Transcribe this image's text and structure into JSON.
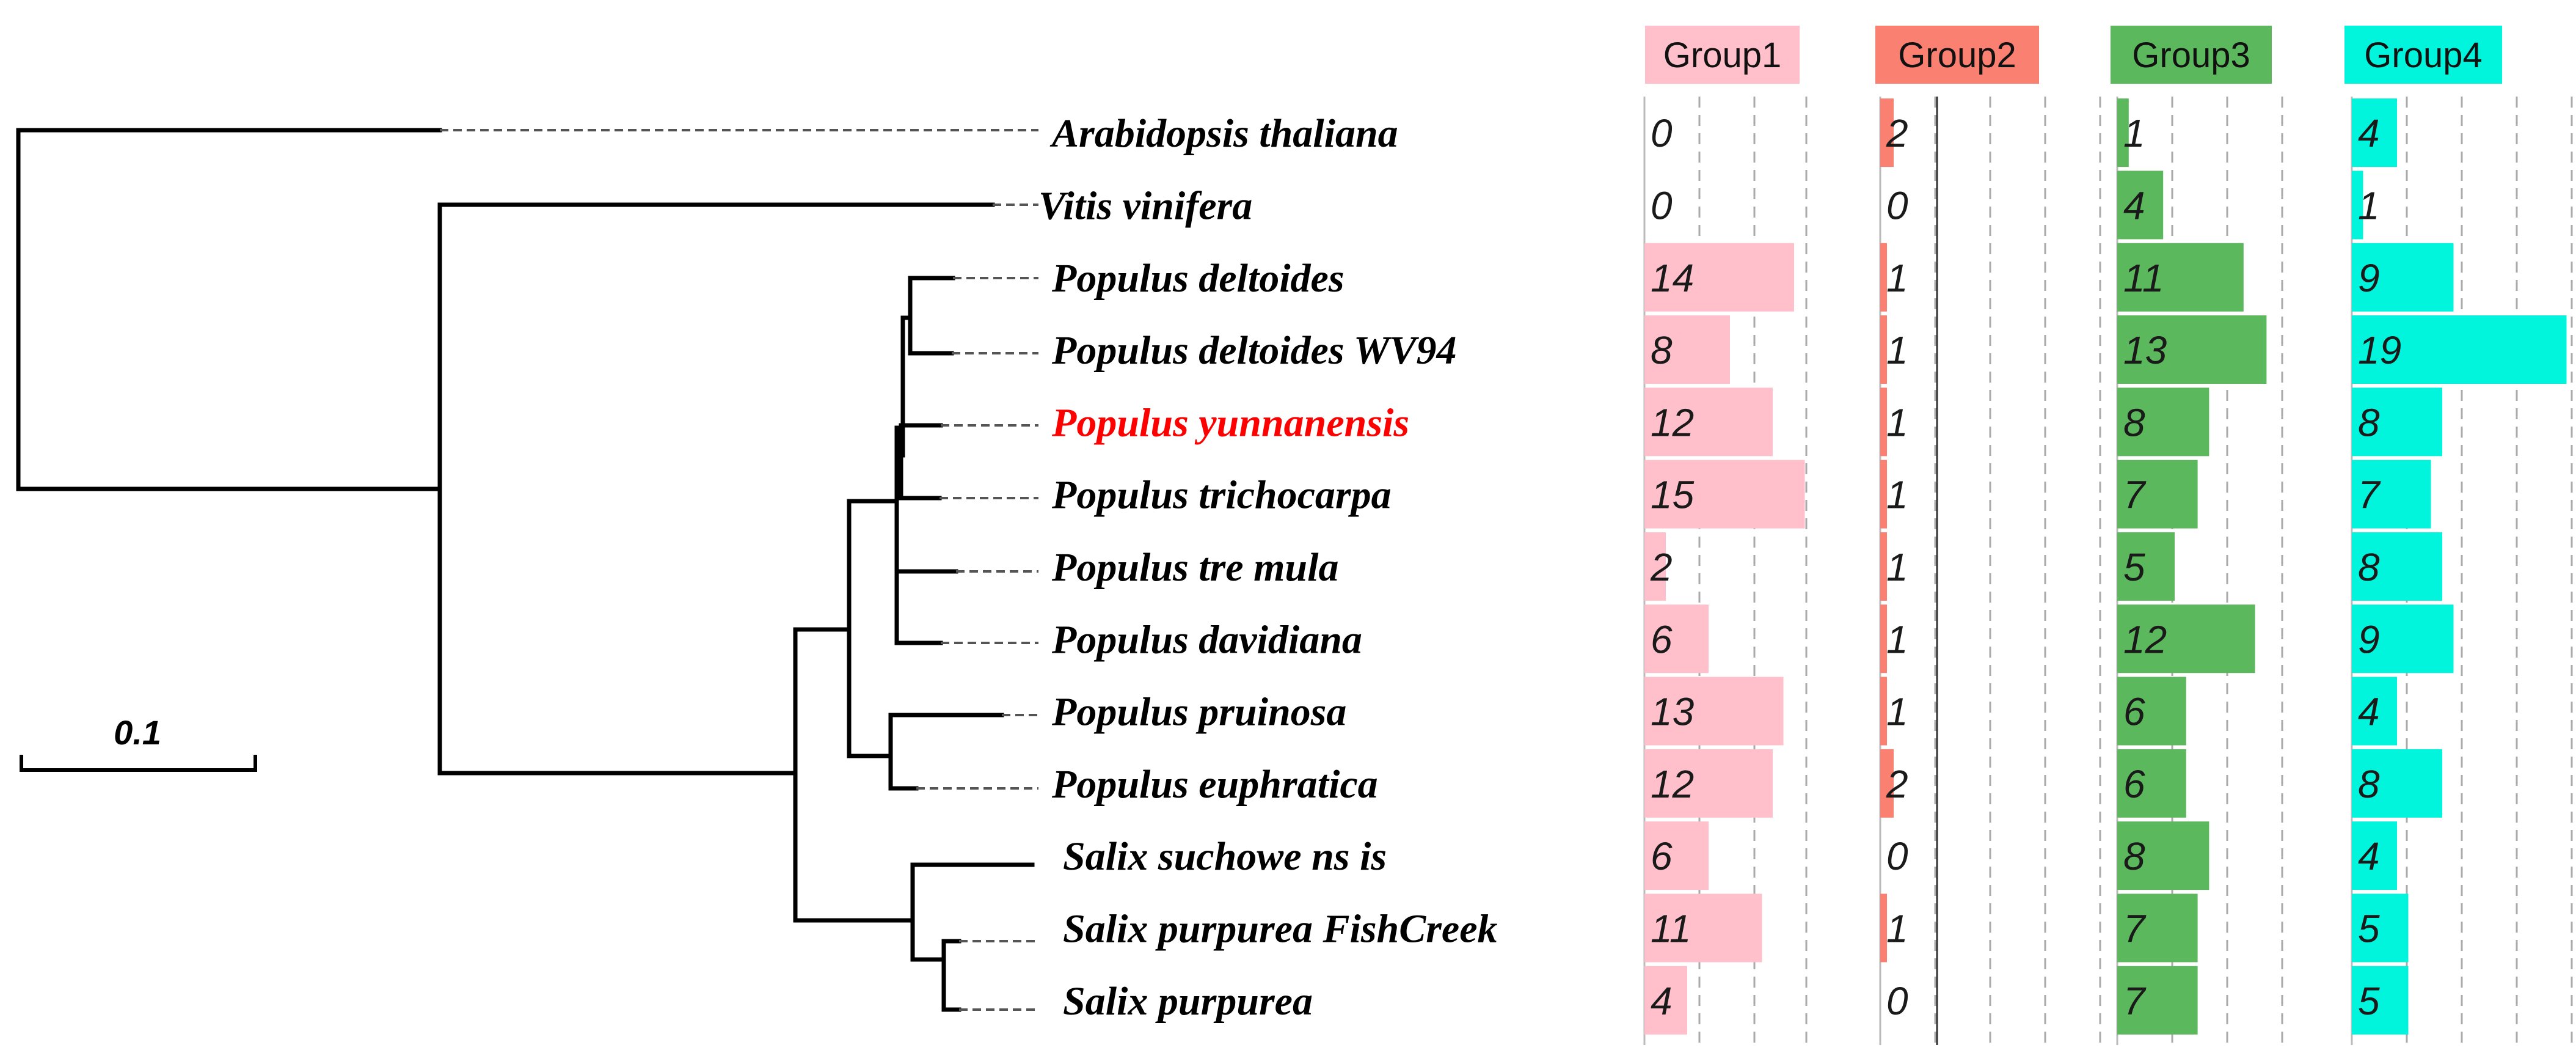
{
  "chart_data": {
    "type": "phylogenetic_tree_with_bar_panels",
    "scale_bar_label": "0.1",
    "taxa": [
      "Arabidopsis thaliana",
      "Vitis vinifera",
      "Populus  deltoides",
      "Populus  deltoides WV94",
      "Populus  yunnanensis",
      "Populus trichocarpa",
      "Populus tre mula",
      "Populus  davidiana",
      "Populus  pruinosa",
      "Populus  euphratica",
      "Salix suchowe ns is",
      "Salix purpurea  FishCreek",
      "Salix purpurea"
    ],
    "highlight_taxon": "Populus  yunnanensis",
    "highlight_color": "#ff0000",
    "groups": [
      {
        "name": "Group1",
        "color": "#ffc0cb",
        "values": [
          0,
          0,
          14,
          8,
          12,
          15,
          2,
          6,
          13,
          12,
          6,
          11,
          4
        ]
      },
      {
        "name": "Group2",
        "color": "#fa8072",
        "values": [
          2,
          0,
          1,
          1,
          1,
          1,
          1,
          1,
          1,
          2,
          0,
          1,
          0
        ]
      },
      {
        "name": "Group3",
        "color": "#5cb85c",
        "values": [
          1,
          4,
          11,
          13,
          8,
          7,
          5,
          12,
          6,
          6,
          8,
          7,
          7
        ]
      },
      {
        "name": "Group4",
        "color": "#00f5dc",
        "values": [
          4,
          1,
          9,
          19,
          8,
          7,
          8,
          9,
          4,
          8,
          4,
          5,
          5
        ]
      }
    ]
  }
}
